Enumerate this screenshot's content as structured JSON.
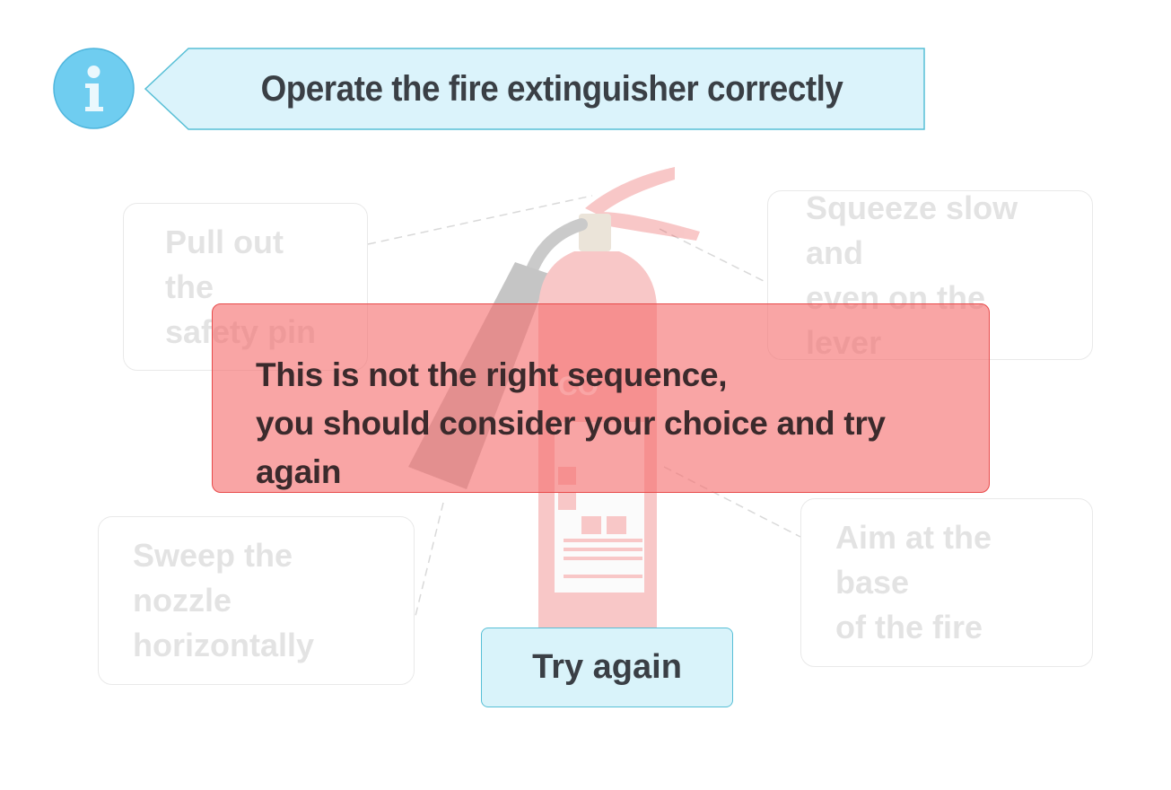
{
  "header": {
    "title": "Operate the fire extinguisher correctly",
    "info_icon": "info-icon"
  },
  "steps": [
    {
      "label": "Pull out the\nsafety pin"
    },
    {
      "label": "Squeeze slow and\neven on the lever"
    },
    {
      "label": "Sweep the nozzle\nhorizontally"
    },
    {
      "label": "Aim at the base\nof the fire"
    }
  ],
  "alert": {
    "line1": "This is not the right sequence,",
    "line2": "you should consider your choice and try again"
  },
  "actions": {
    "try_again_label": "Try again"
  },
  "colors": {
    "accent_light": "#d9f3fa",
    "accent_border": "#57bfd6",
    "info_icon": "#6fcdf0",
    "error_fill": "#f56e6e",
    "error_border": "#e84a4a",
    "extinguisher_red": "#e83a3a"
  }
}
